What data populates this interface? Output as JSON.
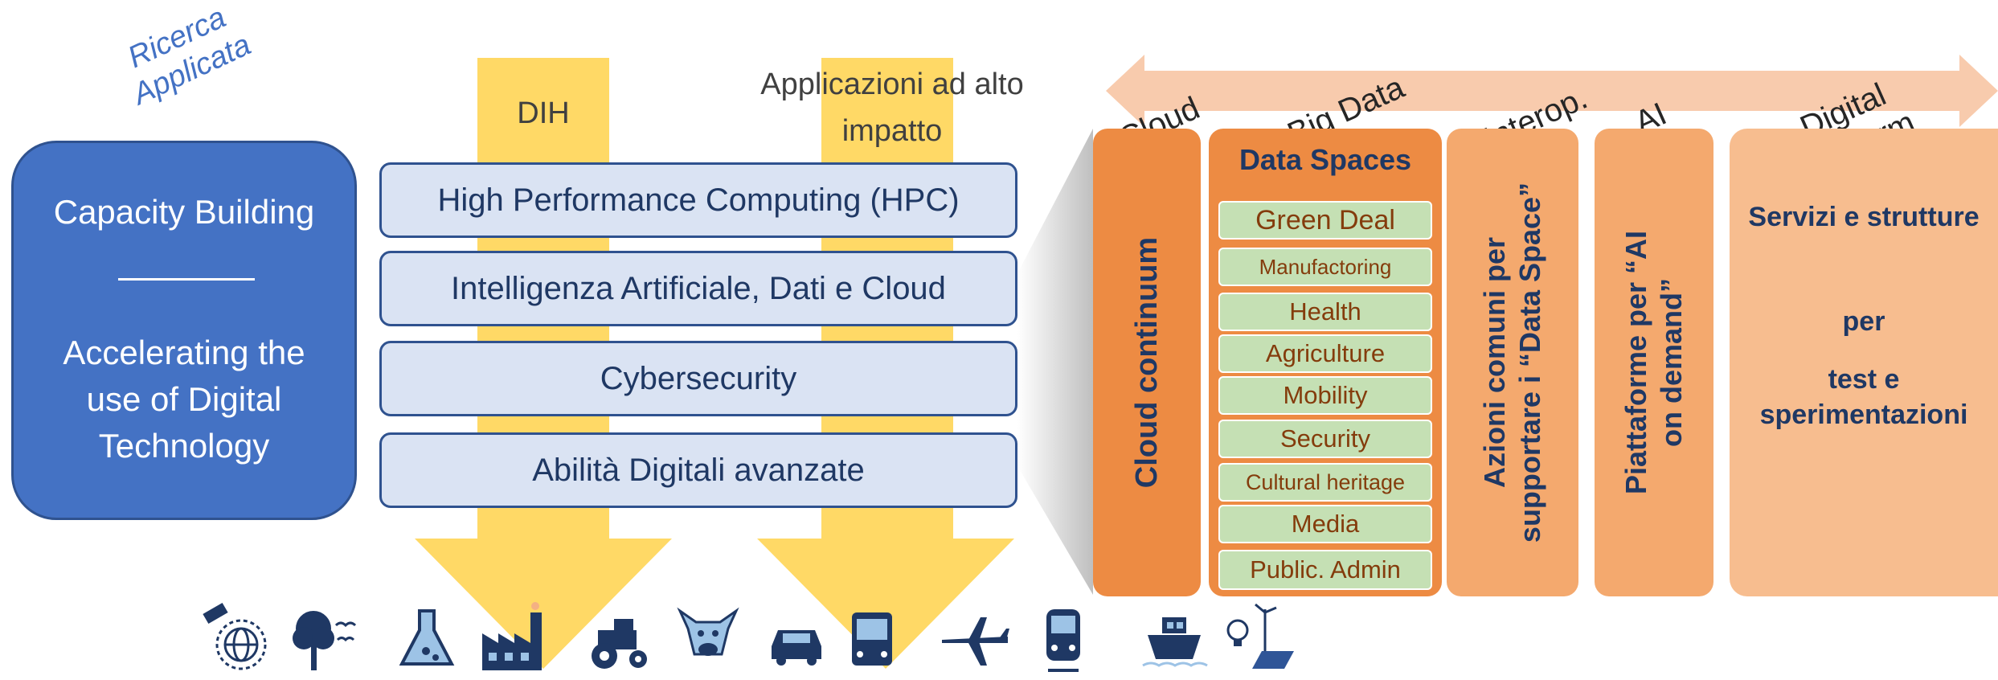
{
  "research_tag": "Ricerca\nApplicata",
  "capacity": {
    "title": "Capacity Building",
    "subtitle": "Accelerating the use of Digital Technology"
  },
  "pillars": {
    "dih": "DIH",
    "applications": "Applicazioni ad alto impatto"
  },
  "layers": [
    "High Performance Computing (HPC)",
    "Intelligenza Artificiale, Dati e Cloud",
    "Cybersecurity",
    "Abilità Digitali avanzate"
  ],
  "band_labels": [
    "Cloud",
    "Big Data",
    "Interop.",
    "AI",
    "Digital Platform"
  ],
  "columns": {
    "cloud": "Cloud continuum",
    "data_spaces_title": "Data Spaces",
    "data_spaces": [
      "Green Deal",
      "Manufactoring",
      "Health",
      "Agriculture",
      "Mobility",
      "Security",
      "Cultural heritage",
      "Media",
      "Public. Admin"
    ],
    "interop": "Azioni comuni per supportare i “Data Space”",
    "ai": "Piattaforme per “AI on demand”",
    "services": [
      "Servizi e strutture",
      "per",
      "test e sperimentazioni"
    ]
  },
  "colors": {
    "blue": "#4472c4",
    "navy": "#1f3864",
    "yellow": "#ffd966",
    "orange_dark": "#ed8b43",
    "orange_mid": "#f4a96e",
    "orange_light": "#f7bd8f",
    "green_item": "#c5e0b4",
    "band": "#f8cbad"
  },
  "sector_icons": [
    "satellite-globe-icon",
    "tree-birds-icon",
    "flask-icon",
    "factory-icon",
    "tractor-icon",
    "cow-icon",
    "car-icon",
    "bus-icon",
    "airplane-icon",
    "train-icon",
    "ship-icon",
    "lightbulb-renewables-icon"
  ]
}
